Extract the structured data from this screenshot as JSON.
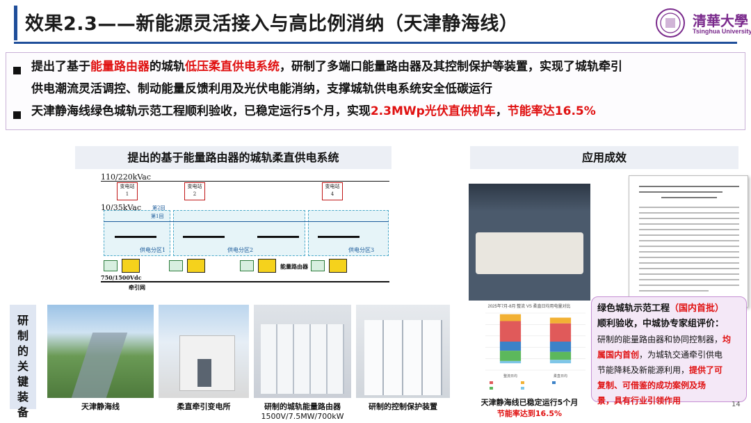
{
  "header": {
    "title": "效果2.3——新能源灵活接入与高比例消纳（天津静海线）",
    "logo_name": "清華大學",
    "logo_sub": "Tsinghua University"
  },
  "bullets": {
    "b1_pre": "提出了基于",
    "b1_red1": "能量路由器",
    "b1_mid": "的城轨",
    "b1_red2": "低压柔直供电系统",
    "b1_post": "，研制了多端口能量路由器及其控制保护等装置，实现了城轨牵引",
    "b1_line2": "供电潮流灵活调控、制动能量反馈利用及光伏电能消纳，支撑城轨供电系统安全低碳运行",
    "b2_pre": "天津静海线绿色城轨示范工程顺利验收，已稳定运行5个月，实现",
    "b2_red1": "2.3MWp光伏直供机车",
    "b2_comma": "，",
    "b2_red2": "节能率达16.5%"
  },
  "left_panel": {
    "heading": "提出的基于能量路由器的城轨柔直供电系统",
    "diagram": {
      "v_high": "110/220kVac",
      "v_mid": "10/35kVac",
      "v_dc": "750/1500Vdc",
      "traction": "牵引网",
      "router_label": "能量路由器",
      "stations": [
        "变电站\n1",
        "变电站\n2",
        "变电站\n4"
      ],
      "zones": [
        "供电分区1",
        "供电分区2",
        "供电分区3"
      ],
      "loop1": "第1回",
      "loop2": "第2回"
    }
  },
  "key_equipment": {
    "label_chars": [
      "研",
      "制",
      "的",
      "关",
      "键",
      "装",
      "备"
    ],
    "captions": [
      "天津静海线",
      "柔直牵引变电所",
      "研制的城轨能量路由器",
      "研制的控制保护装置"
    ],
    "caption3_sub": "1500V/7.5MW/700kW"
  },
  "right_panel": {
    "heading": "应用成效",
    "chart_caption_1": "天津静海线已稳定运行5个月",
    "chart_caption_2": "节能率达到16.5%",
    "callout": {
      "l1_pre": "绿色城轨示范工程",
      "l1_red": "（国内首批）",
      "l2": "顺利验收，中城协专家组评价：",
      "l3_pre": "研制的能量路由器和协同控制器，",
      "l3_red": "均",
      "l4_red": "属国内首创",
      "l4_post": "，为城轨交通牵引供电",
      "l5_pre": "节能降耗及新能源利用，",
      "l5_red": "提供了可",
      "l6_red": "复制、可借鉴的成功案例及场",
      "l7_red": "景，具有行业引领作用"
    }
  },
  "chart_data": {
    "type": "bar",
    "title": "2025年7月-8月 整流 VS 柔直日均用电量对比",
    "categories": [
      "整流日均",
      "柔直日均"
    ],
    "stacked": true,
    "series": [
      {
        "color": "#e05a5a",
        "values": [
          18000,
          16000
        ]
      },
      {
        "color": "#f2b134",
        "values": [
          6000,
          5000
        ]
      },
      {
        "color": "#3c82c8",
        "values": [
          -8000,
          -9000
        ]
      },
      {
        "color": "#5cb85c",
        "values": [
          -9000,
          -7000
        ]
      },
      {
        "color": "#7fc6e8",
        "values": [
          -2000,
          -3000
        ]
      }
    ],
    "ylim": [
      -25000,
      25000
    ],
    "colors": {
      "accent": "#1f4e9a",
      "red": "#e01010",
      "purple": "#7a2a8c"
    }
  },
  "page": "14"
}
